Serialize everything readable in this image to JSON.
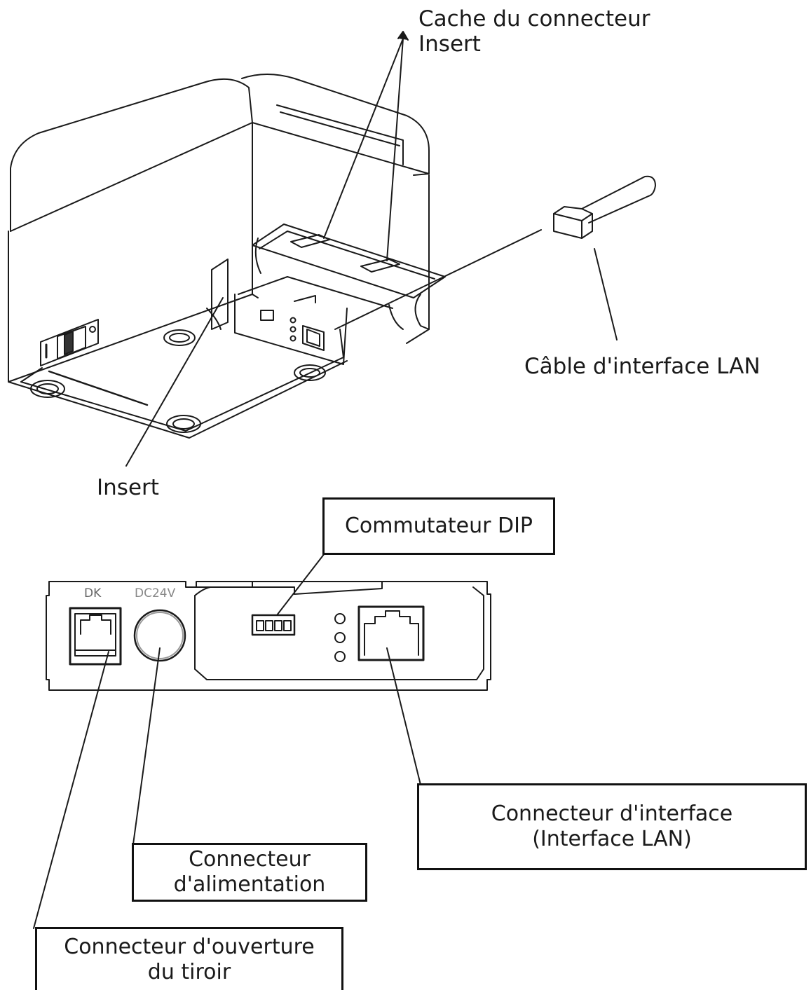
{
  "labels": {
    "cover_line1": "Cache du connecteur",
    "cover_line2": "Insert",
    "lan_cable": "Câble d'interface LAN",
    "insert": "Insert",
    "dip_switch": "Commutateur DIP",
    "panel_dk": "DK",
    "panel_dc24v": "DC24V",
    "interface_connector_line1": "Connecteur d'interface",
    "interface_connector_line2": "(Interface LAN)",
    "power_connector_line1": "Connecteur",
    "power_connector_line2": "d'alimentation",
    "drawer_connector_line1": "Connecteur d'ouverture",
    "drawer_connector_line2": "du tiroir"
  },
  "colors": {
    "line": "#1a1a1a",
    "background": "#ffffff"
  }
}
